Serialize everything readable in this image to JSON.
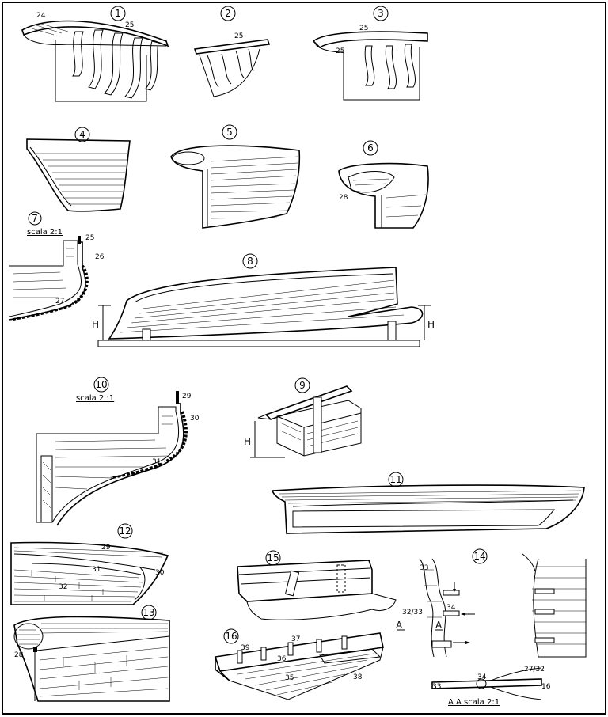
{
  "figures": [
    {
      "id": "f1",
      "number": "1"
    },
    {
      "id": "f2",
      "number": "2"
    },
    {
      "id": "f3",
      "number": "3"
    },
    {
      "id": "f4",
      "number": "4"
    },
    {
      "id": "f5",
      "number": "5"
    },
    {
      "id": "f6",
      "number": "6"
    },
    {
      "id": "f7",
      "number": "7",
      "scale": "scala 2:1"
    },
    {
      "id": "f8",
      "number": "8"
    },
    {
      "id": "f9",
      "number": "9"
    },
    {
      "id": "f10",
      "number": "10",
      "scale": "scala  2 :1"
    },
    {
      "id": "f11",
      "number": "11"
    },
    {
      "id": "f12",
      "number": "12"
    },
    {
      "id": "f13",
      "number": "13"
    },
    {
      "id": "f14",
      "number": "14"
    },
    {
      "id": "f15",
      "number": "15"
    },
    {
      "id": "f16",
      "number": "16"
    }
  ],
  "part_labels": {
    "f1_a": "24",
    "f1_b": "25",
    "f2_a": "25",
    "f3_a": "25",
    "f3_b": "25",
    "f6_a": "28",
    "f7_a": "25",
    "f7_b": "26",
    "f7_c": "27",
    "f8_h_left": "H",
    "f8_h_right": "H",
    "f9_h": "H",
    "f10_a": "29",
    "f10_b": "30",
    "f10_c": "31",
    "f12_a": "29",
    "f12_b": "31",
    "f12_c": "30",
    "f12_d": "32",
    "f13_a": "28",
    "f14_a": "33",
    "f14_b": "32/33",
    "f14_c": "34",
    "f14_d": "A",
    "f14_e": "A",
    "f14_f": "34",
    "f14_g": "27/32",
    "f14_h": "33",
    "f14_i": "16",
    "f14_section": "A A  scala 2:1",
    "f16_a": "39",
    "f16_b": "37",
    "f16_c": "36",
    "f16_d": "35",
    "f16_e": "38"
  }
}
